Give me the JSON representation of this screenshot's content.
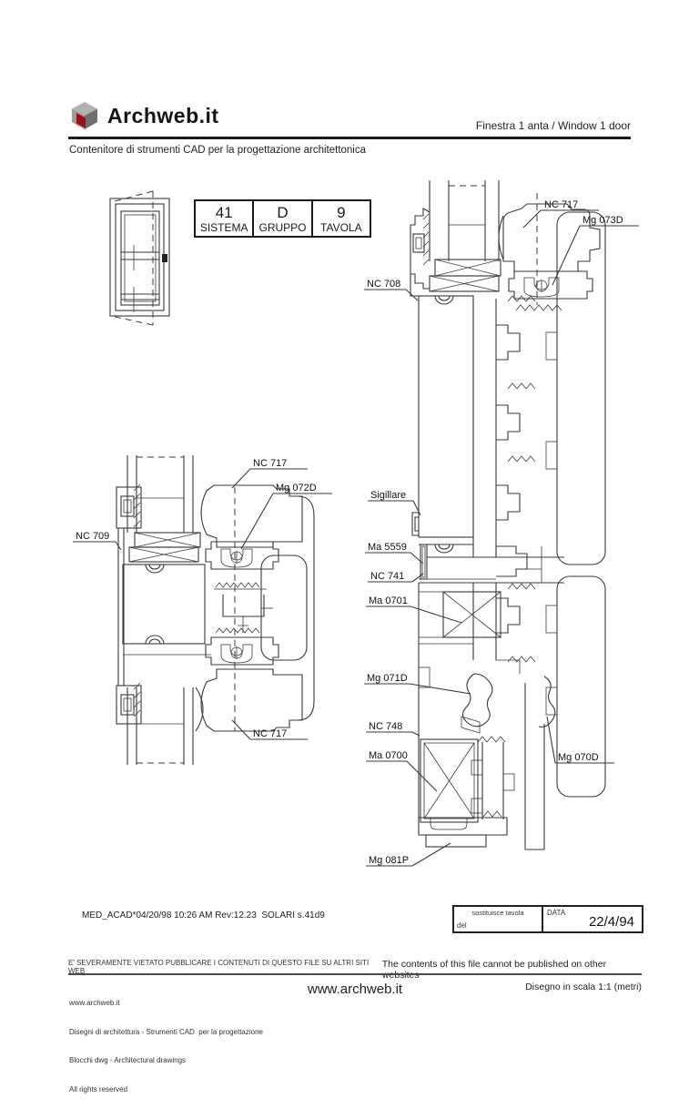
{
  "header": {
    "brand": "Archweb.it",
    "doc_title": "Finestra 1 anta  /  Window 1 door",
    "tagline": "Contenitore di strumenti CAD per la progettazione architettonica"
  },
  "title_block": {
    "cells": [
      {
        "value": "41",
        "label": "SISTEMA"
      },
      {
        "value": "D",
        "label": "GRUPPO"
      },
      {
        "value": "9",
        "label": "TAVOLA"
      }
    ]
  },
  "annotations": {
    "right": {
      "nc717": "NC 717",
      "mg073d": "Mg 073D",
      "nc708": "NC 708",
      "sigillare": "Sigillare",
      "ma5559": "Ma 5559",
      "nc741": "NC 741",
      "ma0701": "Ma 0701",
      "mg071d": "Mg 071D",
      "nc748": "NC 748",
      "ma0700": "Ma 0700",
      "mg070d": "Mg 070D",
      "mg081p": "Mg 081P"
    },
    "left": {
      "nc717_top": "NC 717",
      "mg072d": "Mg 072D",
      "nc709": "NC 709",
      "nc717_bottom": "NC 717"
    }
  },
  "stamp": {
    "file_info": "MED_ACAD*04/20/98 10:26 AM Rev:12.23  SOLARI s.41d9",
    "replaces_label": "sostituisce tavola",
    "del_label": "del",
    "date_label": "DATA",
    "date_value": "22/4/94"
  },
  "footer": {
    "warning_it": "E' SEVERAMENTE VIETATO PUBBLICARE I CONTENUTI DI QUESTO FILE SU ALTRI SITI WEB",
    "warning_en": "The contents of this file cannot be published on other websites",
    "site_small": "www.archweb.it",
    "line2": "Disegni di architettura - Strumenti CAD  per la progettazione",
    "line3": "Blocchi dwg - Architectural drawings",
    "line4": "All rights reserved",
    "site_center": "www.archweb.it",
    "scale_note": "Disegno in scala 1:1 (metri)"
  },
  "colors": {
    "accent_red": "#9b1016",
    "line": "#3a3a3a",
    "rule": "#1a1a1a"
  }
}
